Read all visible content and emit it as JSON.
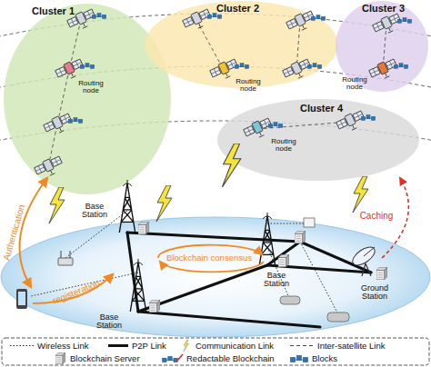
{
  "diagram": {
    "nodes": [
      {
        "text": [
          "Cluster 1"
        ]
      },
      {
        "text": [
          "Cluster 2"
        ]
      },
      {
        "text": [
          "Cluster 3"
        ]
      },
      {
        "text": [
          "Cluster 4"
        ]
      }
    ],
    "labels": [
      "Routing node",
      "Routing node",
      "Routing node",
      "Routing node",
      "Authentication",
      "registeration",
      "Caching",
      "Base Station",
      "Blockchain consensus",
      "Ground Station",
      "Base Station",
      "Base Station"
    ],
    "legend": [
      {
        "text": "Wireless Link"
      },
      {
        "text": "P2P Link"
      },
      {
        "text": "Communication Link"
      },
      {
        "text": "Inter-satellite Link"
      },
      {
        "text": "Blockchain Server"
      },
      {
        "text": "Redactable Blockchain"
      },
      {
        "text": "Blocks"
      }
    ]
  }
}
